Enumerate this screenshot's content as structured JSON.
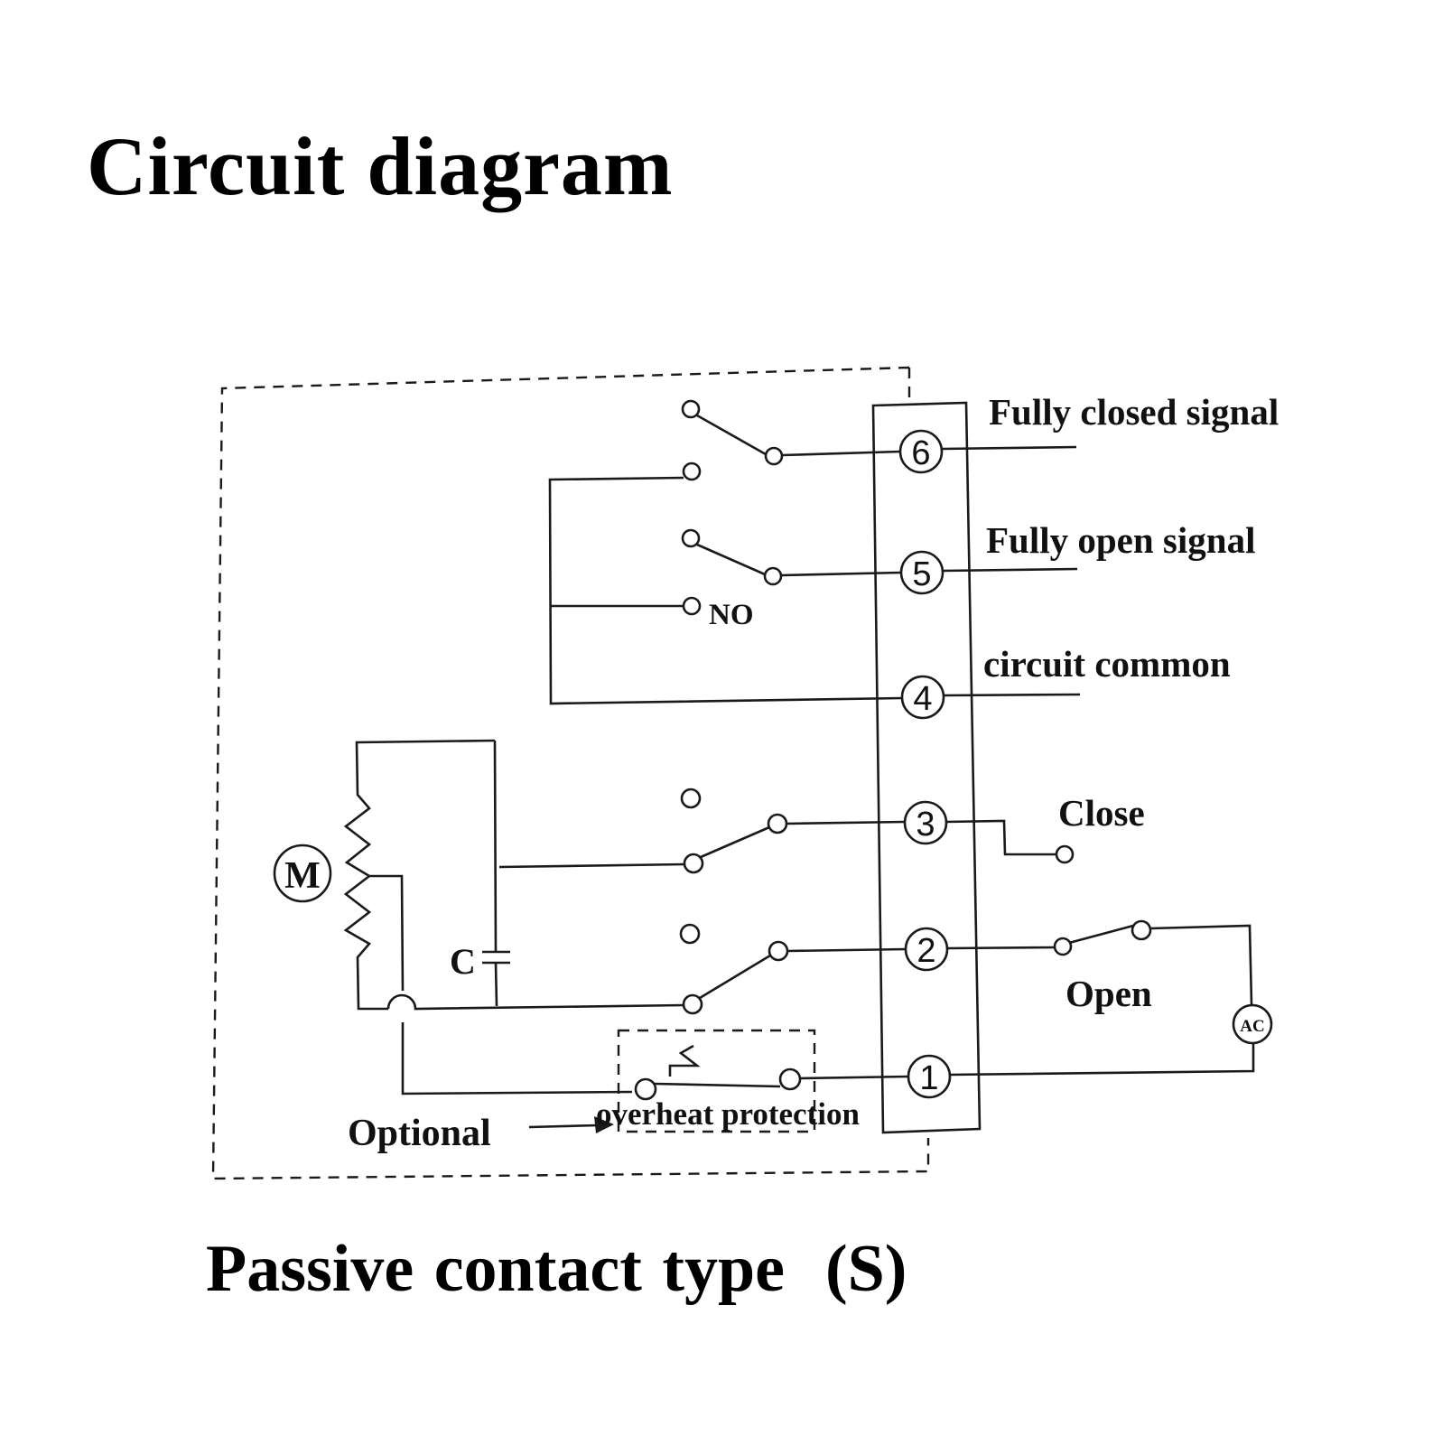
{
  "title": "Circuit diagram",
  "caption": "Passive contact type  (S)",
  "terminals": [
    {
      "number": "6",
      "label": "Fully closed signal"
    },
    {
      "number": "5",
      "label": "Fully open signal"
    },
    {
      "number": "4",
      "label": "circuit common"
    },
    {
      "number": "3",
      "label": "Close"
    },
    {
      "number": "2",
      "label": "Open"
    },
    {
      "number": "1",
      "label": ""
    }
  ],
  "components": {
    "motor": "M",
    "capacitor": "C",
    "power_source": "AC",
    "normally_open": "NO"
  },
  "notes": {
    "optional": "Optional",
    "overheat_protection": "overheat protection"
  }
}
